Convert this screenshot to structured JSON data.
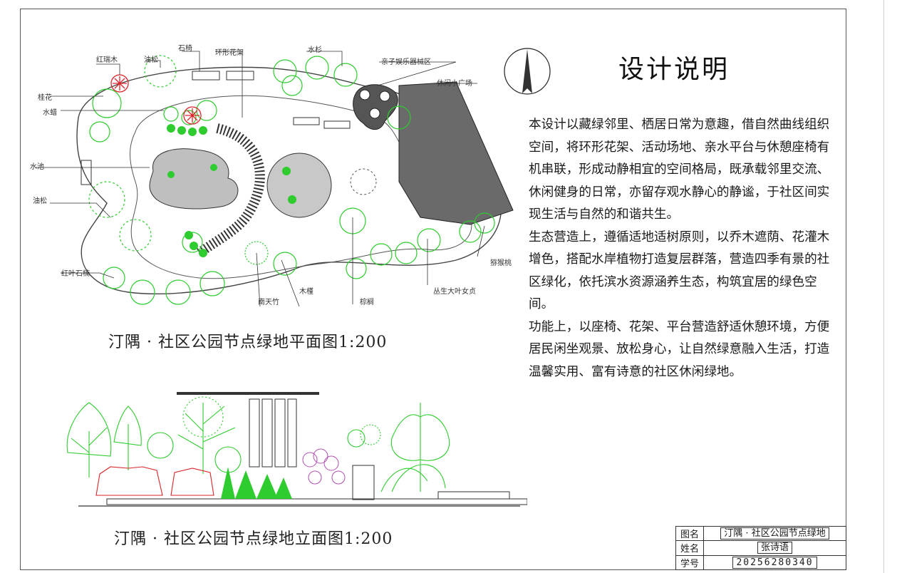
{
  "plan": {
    "caption": "汀隅 · 社区公园节点绿地平面图1:200",
    "labels": {
      "hongruimu": "红瑞木",
      "yousong_top": "油松",
      "shiyi": "石椅",
      "huanxing": "环形花架",
      "shuishan": "水杉",
      "qinzi": "亲子娱乐器械区",
      "xiuxian": "休闲小广场",
      "guihua": "桂花",
      "shuila": "水蜡",
      "shuichi": "水池",
      "yousong_left": "油松",
      "hongyeshinan": "红叶石楠",
      "nantianzhu": "南天竹",
      "mujin": "木槿",
      "zonglv": "棕榈",
      "congsheng": "丛生大叶女贞",
      "mihoutao": "猕猴桃"
    }
  },
  "description": {
    "title": "设计说明",
    "paragraphs": [
      "本设计以藏绿邻里、栖居日常为意趣，借自然曲线组织空间，将环形花架、活动场地、亲水平台与休憩座椅有机串联，形成动静相宜的空间格局，既承载邻里交流、休闲健身的日常，亦留存观水静心的静谧，于社区间实现生活与自然的和谐共生。",
      "生态营造上，遵循适地适树原则，以乔木遮荫、花灌木增色，搭配水岸植物打造复层群落，营造四季有景的社区绿化，依托滨水资源涵养生态，构筑宜居的绿色空间。",
      "功能上，以座椅、花架、平台营造舒适休憩环境，方便居民闲坐观景、放松身心，让自然绿意融入生活，打造温馨实用、富有诗意的社区休闲绿地。"
    ]
  },
  "elevation": {
    "caption": "汀隅 · 社区公园节点绿地立面图1:200"
  },
  "title_block": {
    "rows": [
      {
        "key": "图名",
        "value": "汀隅 · 社区公园节点绿地"
      },
      {
        "key": "姓名",
        "value": "张诗语"
      },
      {
        "key": "学号",
        "value": "20256280340"
      }
    ]
  },
  "colors": {
    "plant_green": "#2ecc2e",
    "plant_red": "#d9262b",
    "line": "#333333"
  }
}
